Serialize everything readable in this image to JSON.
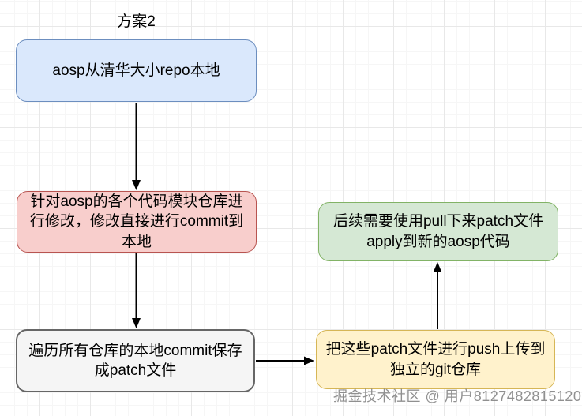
{
  "diagram": {
    "title": "方案2",
    "watermark": "掘金技术社区 @ 用户8127482815120",
    "edge_color": "#000000",
    "grid": {
      "minor_line_color": "#f6f6f6",
      "major_line_color": "#e8e8e8",
      "page_divider_color": "#cfcfcf"
    }
  },
  "nodes": {
    "download": {
      "label": "aosp从清华大小repo本地",
      "fill": "#dae8fc",
      "stroke": "#6c8ebf"
    },
    "modify": {
      "label": "针对aosp的各个代码模块仓库进行修改，修改直接进行commit到本地",
      "fill": "#f8cecc",
      "stroke": "#b85450"
    },
    "export_patch": {
      "label": "遍历所有仓库的本地commit保存成patch文件",
      "fill": "#f5f5f5",
      "stroke": "#666666"
    },
    "push_patch": {
      "label": "把这些patch文件进行push上传到独立的git仓库",
      "fill": "#fff2cc",
      "stroke": "#d6b656"
    },
    "apply_patch": {
      "label": "后续需要使用pull下来patch文件apply到新的aosp代码",
      "fill": "#d5e8d4",
      "stroke": "#82b366"
    }
  },
  "edges": [
    {
      "from": "download",
      "to": "modify",
      "direction": "down"
    },
    {
      "from": "modify",
      "to": "export_patch",
      "direction": "down"
    },
    {
      "from": "export_patch",
      "to": "push_patch",
      "direction": "right"
    },
    {
      "from": "push_patch",
      "to": "apply_patch",
      "direction": "up"
    }
  ]
}
